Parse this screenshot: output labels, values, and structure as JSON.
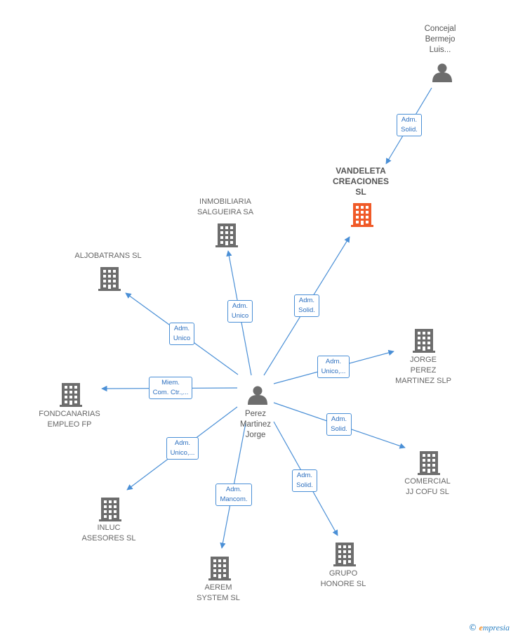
{
  "colors": {
    "edge": "#4a8fd6",
    "icon": "#6d6d6d",
    "highlight": "#f05a28"
  },
  "nodes": [
    {
      "id": "concejal",
      "type": "person",
      "label": "Concejal\nBermejo\nLuis..."
    },
    {
      "id": "vandeleta",
      "type": "company",
      "highlight": true,
      "label": "VANDELETA\nCREACIONES\nSL"
    },
    {
      "id": "inmobiliaria",
      "type": "company",
      "label": "INMOBILIARIA\nSALGUEIRA SA"
    },
    {
      "id": "aljobatrans",
      "type": "company",
      "label": "ALJOBATRANS SL"
    },
    {
      "id": "jorge_perez",
      "type": "company",
      "label": "JORGE\nPEREZ\nMARTINEZ  SLP"
    },
    {
      "id": "fondcanarias",
      "type": "company",
      "label": "FONDCANARIAS\nEMPLEO FP"
    },
    {
      "id": "perez",
      "type": "person",
      "label": "Perez\nMartinez\nJorge"
    },
    {
      "id": "comercial",
      "type": "company",
      "label": "COMERCIAL\nJJ COFU SL"
    },
    {
      "id": "inluc",
      "type": "company",
      "label": "INLUC\nASESORES SL"
    },
    {
      "id": "grupo",
      "type": "company",
      "label": "GRUPO\nHONORE  SL"
    },
    {
      "id": "aerem",
      "type": "company",
      "label": "AEREM\nSYSTEM  SL"
    }
  ],
  "edges": [
    {
      "from": "concejal",
      "to": "vandeleta",
      "label": "Adm.\nSolid."
    },
    {
      "from": "perez",
      "to": "vandeleta",
      "label": "Adm.\nSolid."
    },
    {
      "from": "perez",
      "to": "inmobiliaria",
      "label": "Adm.\nUnico"
    },
    {
      "from": "perez",
      "to": "aljobatrans",
      "label": "Adm.\nUnico"
    },
    {
      "from": "perez",
      "to": "jorge_perez",
      "label": "Adm.\nUnico,..."
    },
    {
      "from": "perez",
      "to": "fondcanarias",
      "label": "Miem.\nCom. Ctr.,..."
    },
    {
      "from": "perez",
      "to": "comercial",
      "label": "Adm.\nSolid."
    },
    {
      "from": "perez",
      "to": "inluc",
      "label": "Adm.\nUnico,..."
    },
    {
      "from": "perez",
      "to": "grupo",
      "label": "Adm.\nSolid."
    },
    {
      "from": "perez",
      "to": "aerem",
      "label": "Adm.\nMancom."
    }
  ],
  "footer": {
    "copyright": "©",
    "brand_first": "e",
    "brand_rest": "mpresia"
  }
}
